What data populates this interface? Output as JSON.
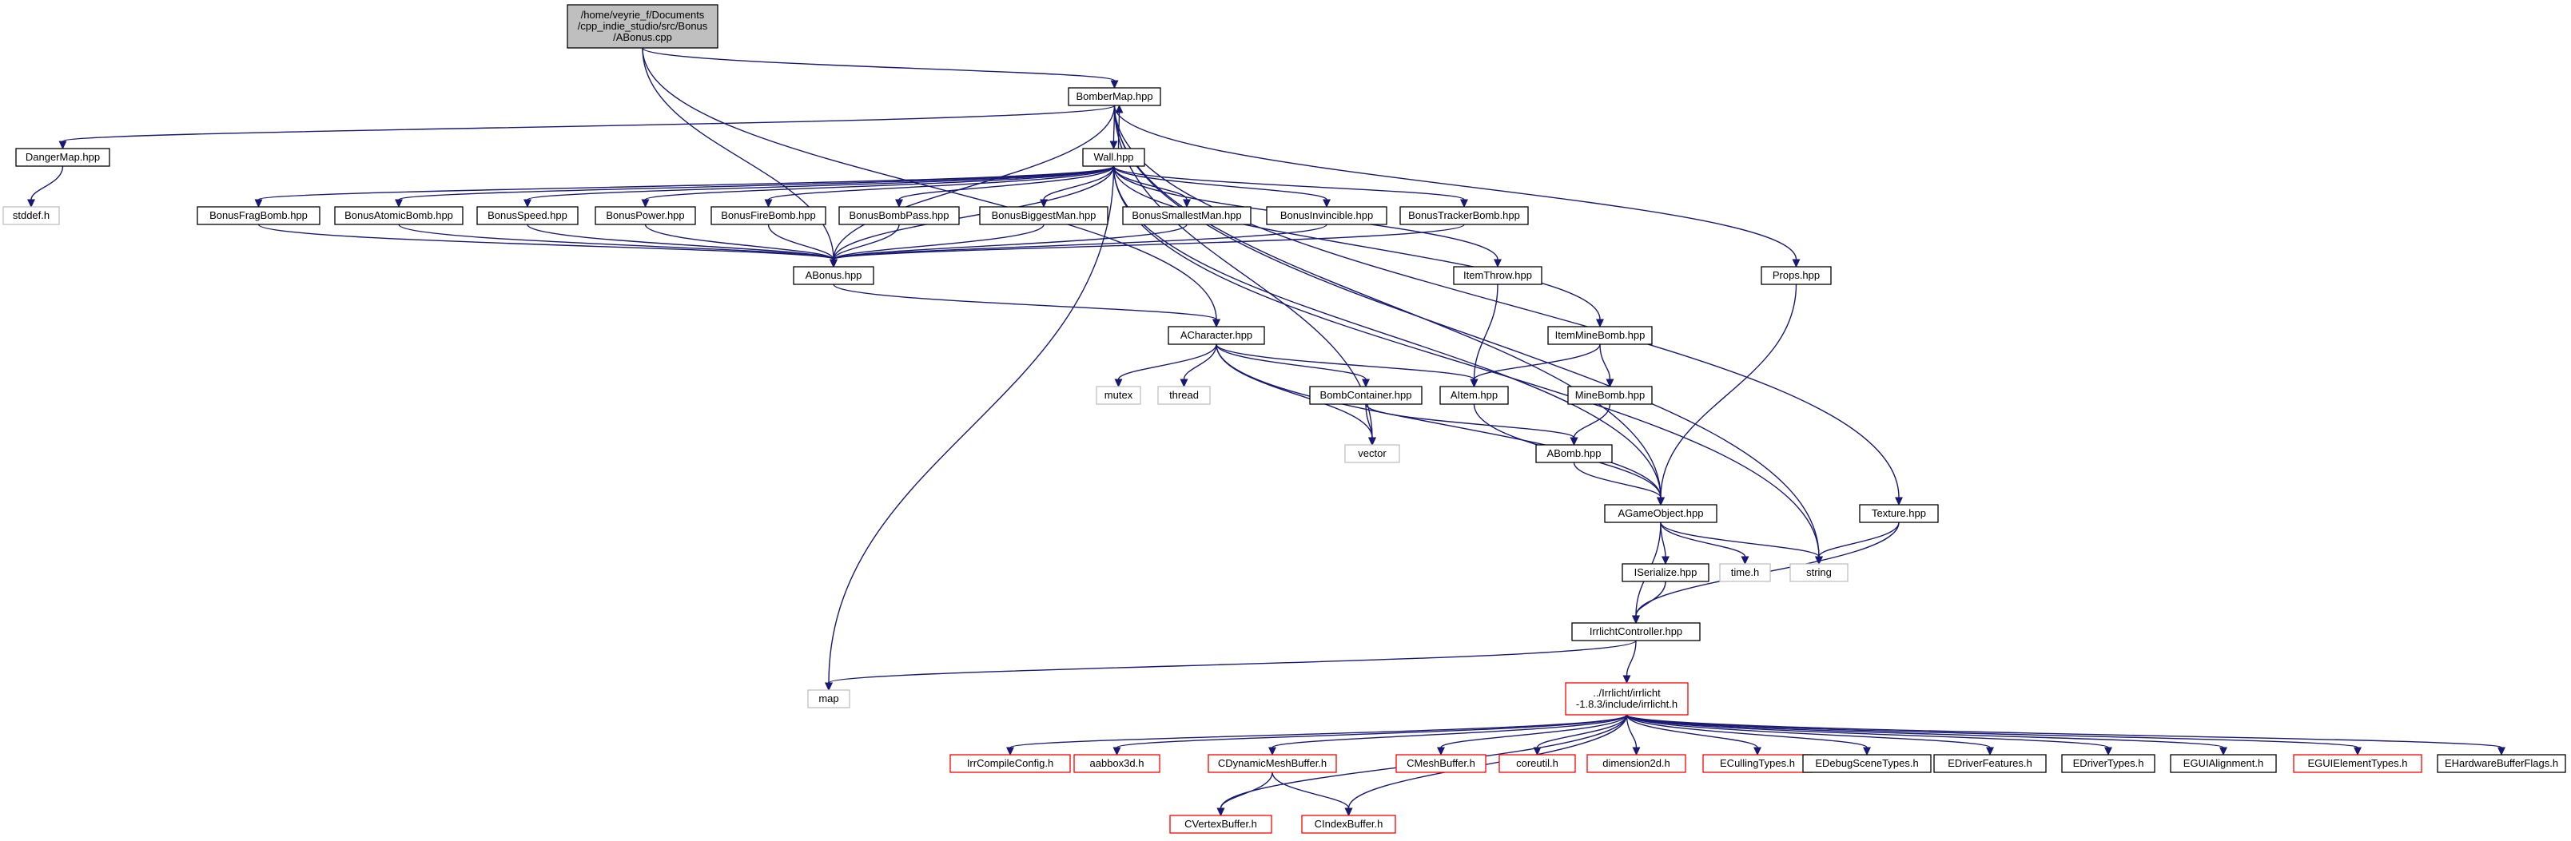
{
  "colors": {
    "edge": "#191970",
    "border_local": "#000000",
    "border_system": "#bfbfbf",
    "border_truncated": "#ff0000",
    "fill_root": "#bfbfbf",
    "fill_default": "#ffffff"
  },
  "nodes": {
    "root": {
      "lines": [
        "/home/veyrie_f/Documents",
        "/cpp_indie_studio/src/Bonus",
        "/ABonus.cpp"
      ],
      "style": "root"
    },
    "bombermap": {
      "lines": [
        "BomberMap.hpp"
      ],
      "style": "local"
    },
    "dangermap": {
      "lines": [
        "DangerMap.hpp"
      ],
      "style": "local"
    },
    "stddef": {
      "lines": [
        "stddef.h"
      ],
      "style": "system"
    },
    "wall": {
      "lines": [
        "Wall.hpp"
      ],
      "style": "local"
    },
    "bonusfragbomb": {
      "lines": [
        "BonusFragBomb.hpp"
      ],
      "style": "local"
    },
    "bonusatomicbomb": {
      "lines": [
        "BonusAtomicBomb.hpp"
      ],
      "style": "local"
    },
    "bonusspeed": {
      "lines": [
        "BonusSpeed.hpp"
      ],
      "style": "local"
    },
    "bonuspower": {
      "lines": [
        "BonusPower.hpp"
      ],
      "style": "local"
    },
    "bonusfirebomb": {
      "lines": [
        "BonusFireBomb.hpp"
      ],
      "style": "local"
    },
    "bonusbombpass": {
      "lines": [
        "BonusBombPass.hpp"
      ],
      "style": "local"
    },
    "bonusbiggestman": {
      "lines": [
        "BonusBiggestMan.hpp"
      ],
      "style": "local"
    },
    "bonussmallestman": {
      "lines": [
        "BonusSmallestMan.hpp"
      ],
      "style": "local"
    },
    "bonusinvincible": {
      "lines": [
        "BonusInvincible.hpp"
      ],
      "style": "local"
    },
    "bonustrackerbomb": {
      "lines": [
        "BonusTrackerBomb.hpp"
      ],
      "style": "local"
    },
    "abonus": {
      "lines": [
        "ABonus.hpp"
      ],
      "style": "local"
    },
    "itemthrow": {
      "lines": [
        "ItemThrow.hpp"
      ],
      "style": "local"
    },
    "props": {
      "lines": [
        "Props.hpp"
      ],
      "style": "local"
    },
    "acharacter": {
      "lines": [
        "ACharacter.hpp"
      ],
      "style": "local"
    },
    "itemminebomb": {
      "lines": [
        "ItemMineBomb.hpp"
      ],
      "style": "local"
    },
    "mutex": {
      "lines": [
        "mutex"
      ],
      "style": "system"
    },
    "thread": {
      "lines": [
        "thread"
      ],
      "style": "system"
    },
    "bombcontainer": {
      "lines": [
        "BombContainer.hpp"
      ],
      "style": "local"
    },
    "aitem": {
      "lines": [
        "AItem.hpp"
      ],
      "style": "local"
    },
    "minebomb": {
      "lines": [
        "MineBomb.hpp"
      ],
      "style": "local"
    },
    "vector": {
      "lines": [
        "vector"
      ],
      "style": "system"
    },
    "abomb": {
      "lines": [
        "ABomb.hpp"
      ],
      "style": "local"
    },
    "agameobject": {
      "lines": [
        "AGameObject.hpp"
      ],
      "style": "local"
    },
    "texture": {
      "lines": [
        "Texture.hpp"
      ],
      "style": "local"
    },
    "iserialize": {
      "lines": [
        "ISerialize.hpp"
      ],
      "style": "local"
    },
    "timeh": {
      "lines": [
        "time.h"
      ],
      "style": "system"
    },
    "string": {
      "lines": [
        "string"
      ],
      "style": "system"
    },
    "irrlichtcontroller": {
      "lines": [
        "IrrlichtController.hpp"
      ],
      "style": "local"
    },
    "map": {
      "lines": [
        "map"
      ],
      "style": "system"
    },
    "irrlicht": {
      "lines": [
        "../Irrlicht/irrlicht",
        "-1.8.3/include/irrlicht.h"
      ],
      "style": "truncated"
    },
    "irrcompileconfig": {
      "lines": [
        "IrrCompileConfig.h"
      ],
      "style": "truncated"
    },
    "aabbox3d": {
      "lines": [
        "aabbox3d.h"
      ],
      "style": "truncated"
    },
    "cdynamicmeshbuffer": {
      "lines": [
        "CDynamicMeshBuffer.h"
      ],
      "style": "truncated"
    },
    "cmeshbuffer": {
      "lines": [
        "CMeshBuffer.h"
      ],
      "style": "truncated"
    },
    "coreutil": {
      "lines": [
        "coreutil.h"
      ],
      "style": "truncated"
    },
    "dimension2d": {
      "lines": [
        "dimension2d.h"
      ],
      "style": "truncated"
    },
    "ecullingtypes": {
      "lines": [
        "ECullingTypes.h"
      ],
      "style": "truncated"
    },
    "edebugscenetypes": {
      "lines": [
        "EDebugSceneTypes.h"
      ],
      "style": "local"
    },
    "edriverfeatures": {
      "lines": [
        "EDriverFeatures.h"
      ],
      "style": "local"
    },
    "edrivertypes": {
      "lines": [
        "EDriverTypes.h"
      ],
      "style": "local"
    },
    "eguialignment": {
      "lines": [
        "EGUIAlignment.h"
      ],
      "style": "local"
    },
    "eguielementtypes": {
      "lines": [
        "EGUIElementTypes.h"
      ],
      "style": "truncated"
    },
    "ehardwarebufferflags": {
      "lines": [
        "EHardwareBufferFlags.h"
      ],
      "style": "local"
    },
    "cvertexbuffer": {
      "lines": [
        "CVertexBuffer.h"
      ],
      "style": "truncated"
    },
    "cindexbuffer": {
      "lines": [
        "CIndexBuffer.h"
      ],
      "style": "truncated"
    }
  },
  "edges": [
    [
      "root",
      "bombermap"
    ],
    [
      "root",
      "abonus"
    ],
    [
      "root",
      "acharacter"
    ],
    [
      "bombermap",
      "dangermap"
    ],
    [
      "bombermap",
      "wall"
    ],
    [
      "bombermap",
      "props"
    ],
    [
      "bombermap",
      "texture"
    ],
    [
      "bombermap",
      "vector"
    ],
    [
      "bombermap",
      "string"
    ],
    [
      "bombermap",
      "agameobject"
    ],
    [
      "bombermap",
      "abonus"
    ],
    [
      "dangermap",
      "stddef"
    ],
    [
      "wall",
      "bombermap"
    ],
    [
      "wall",
      "bonusfragbomb"
    ],
    [
      "wall",
      "bonusatomicbomb"
    ],
    [
      "wall",
      "bonusspeed"
    ],
    [
      "wall",
      "bonuspower"
    ],
    [
      "wall",
      "bonusfirebomb"
    ],
    [
      "wall",
      "bonusbombpass"
    ],
    [
      "wall",
      "bonusbiggestman"
    ],
    [
      "wall",
      "bonussmallestman"
    ],
    [
      "wall",
      "bonusinvincible"
    ],
    [
      "wall",
      "bonustrackerbomb"
    ],
    [
      "wall",
      "abonus"
    ],
    [
      "wall",
      "itemthrow"
    ],
    [
      "wall",
      "itemminebomb"
    ],
    [
      "wall",
      "agameobject"
    ],
    [
      "wall",
      "string"
    ],
    [
      "wall",
      "map"
    ],
    [
      "bonusfragbomb",
      "abonus"
    ],
    [
      "bonusatomicbomb",
      "abonus"
    ],
    [
      "bonusspeed",
      "abonus"
    ],
    [
      "bonuspower",
      "abonus"
    ],
    [
      "bonusfirebomb",
      "abonus"
    ],
    [
      "bonusbombpass",
      "abonus"
    ],
    [
      "bonusbiggestman",
      "abonus"
    ],
    [
      "bonussmallestman",
      "abonus"
    ],
    [
      "bonusinvincible",
      "abonus"
    ],
    [
      "bonustrackerbomb",
      "abonus"
    ],
    [
      "abonus",
      "acharacter"
    ],
    [
      "itemthrow",
      "aitem"
    ],
    [
      "props",
      "agameobject"
    ],
    [
      "acharacter",
      "mutex"
    ],
    [
      "acharacter",
      "thread"
    ],
    [
      "acharacter",
      "bombcontainer"
    ],
    [
      "acharacter",
      "aitem"
    ],
    [
      "acharacter",
      "vector"
    ],
    [
      "acharacter",
      "agameobject"
    ],
    [
      "itemminebomb",
      "aitem"
    ],
    [
      "itemminebomb",
      "minebomb"
    ],
    [
      "bombcontainer",
      "vector"
    ],
    [
      "bombcontainer",
      "abomb"
    ],
    [
      "aitem",
      "agameobject"
    ],
    [
      "minebomb",
      "abomb"
    ],
    [
      "abomb",
      "agameobject"
    ],
    [
      "agameobject",
      "iserialize"
    ],
    [
      "agameobject",
      "timeh"
    ],
    [
      "agameobject",
      "string"
    ],
    [
      "agameobject",
      "irrlichtcontroller"
    ],
    [
      "texture",
      "string"
    ],
    [
      "texture",
      "irrlichtcontroller"
    ],
    [
      "iserialize",
      "irrlichtcontroller"
    ],
    [
      "irrlichtcontroller",
      "map"
    ],
    [
      "irrlichtcontroller",
      "irrlicht"
    ],
    [
      "irrlicht",
      "irrcompileconfig"
    ],
    [
      "irrlicht",
      "aabbox3d"
    ],
    [
      "irrlicht",
      "cdynamicmeshbuffer"
    ],
    [
      "irrlicht",
      "cmeshbuffer"
    ],
    [
      "irrlicht",
      "coreutil"
    ],
    [
      "irrlicht",
      "dimension2d"
    ],
    [
      "irrlicht",
      "ecullingtypes"
    ],
    [
      "irrlicht",
      "edebugscenetypes"
    ],
    [
      "irrlicht",
      "edriverfeatures"
    ],
    [
      "irrlicht",
      "edrivertypes"
    ],
    [
      "irrlicht",
      "eguialignment"
    ],
    [
      "irrlicht",
      "eguielementtypes"
    ],
    [
      "irrlicht",
      "ehardwarebufferflags"
    ],
    [
      "irrlicht",
      "cvertexbuffer"
    ],
    [
      "irrlicht",
      "cindexbuffer"
    ],
    [
      "cdynamicmeshbuffer",
      "cvertexbuffer"
    ],
    [
      "cdynamicmeshbuffer",
      "cindexbuffer"
    ]
  ]
}
